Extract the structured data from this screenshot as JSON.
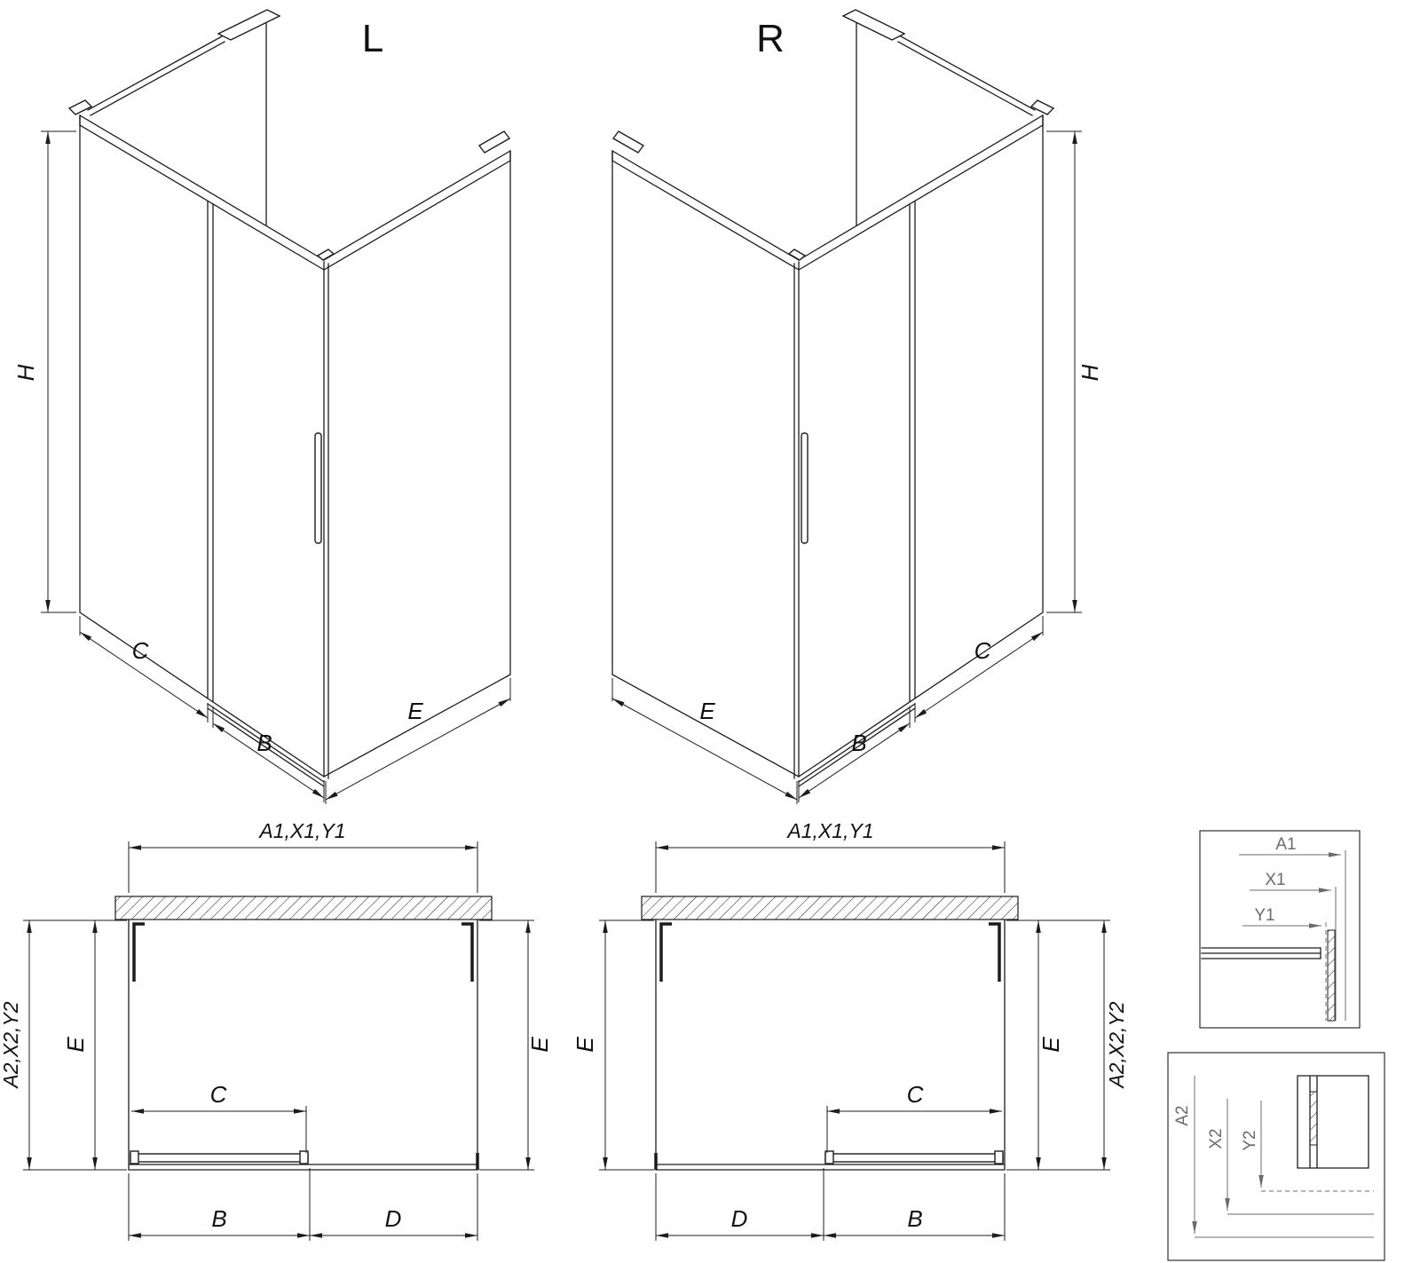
{
  "colors": {
    "line": "#1c1c1c",
    "detail": "#6b6b6b",
    "background": "#ffffff"
  },
  "iso_left": {
    "label": "L",
    "dim_height": "H",
    "dim_side_panel": "C",
    "dim_door": "B",
    "dim_return_panel": "E"
  },
  "iso_right": {
    "label": "R",
    "dim_height": "H",
    "dim_side_panel": "C",
    "dim_door": "B",
    "dim_return_panel": "E"
  },
  "plan_left": {
    "dim_width_top": "A1,X1,Y1",
    "dim_depth_outer": "A2,X2,Y2",
    "dim_depth_left": "E",
    "dim_depth_right": "E",
    "dim_opening": "C",
    "dim_door": "B",
    "dim_fixed_panel": "D"
  },
  "plan_right": {
    "dim_width_top": "A1,X1,Y1",
    "dim_depth_outer": "A2,X2,Y2",
    "dim_depth_left": "E",
    "dim_depth_right": "E",
    "dim_opening": "C",
    "dim_door": "B",
    "dim_fixed_panel": "D"
  },
  "detail_top": {
    "dim_a1": "A1",
    "dim_x1": "X1",
    "dim_y1": "Y1"
  },
  "detail_bottom": {
    "dim_a2": "A2",
    "dim_x2": "X2",
    "dim_y2": "Y2"
  }
}
